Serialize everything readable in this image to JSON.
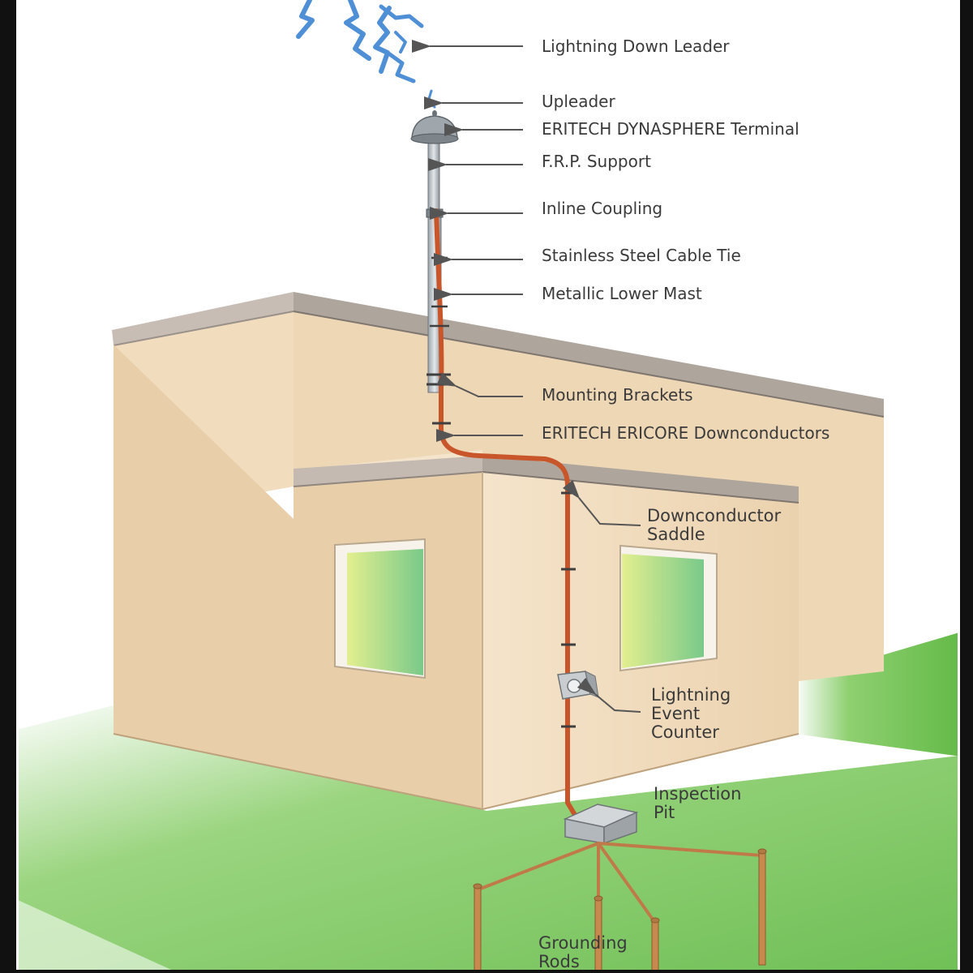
{
  "labels": {
    "down_leader": "Lightning Down Leader",
    "upleader": "Upleader",
    "terminal": "ERITECH DYNASPHERE Terminal",
    "frp_support": "F.R.P. Support",
    "inline_coupling": "Inline Coupling",
    "cable_tie": "Stainless Steel Cable Tie",
    "lower_mast": "Metallic Lower Mast",
    "mounting_brackets": "Mounting Brackets",
    "downconductors": "ERITECH ERICORE Downconductors",
    "saddle_line1": "Downconductor",
    "saddle_line2": "Saddle",
    "counter_line1": "Lightning",
    "counter_line2": "Event",
    "counter_line3": "Counter",
    "pit_line1": "Inspection",
    "pit_line2": "Pit",
    "rods_line1": "Grounding",
    "rods_line2": "Rods"
  },
  "colors": {
    "frame": "#111111",
    "wall_light": "#f3e0c4",
    "wall_mid": "#e9d0ac",
    "wall_dark": "#dcc097",
    "roof_edge": "#b8aea6",
    "conductor": "#c8562a",
    "grass": "#6cc04f",
    "lightning": "#4f8fd6",
    "window_glass": "#a9d676"
  }
}
